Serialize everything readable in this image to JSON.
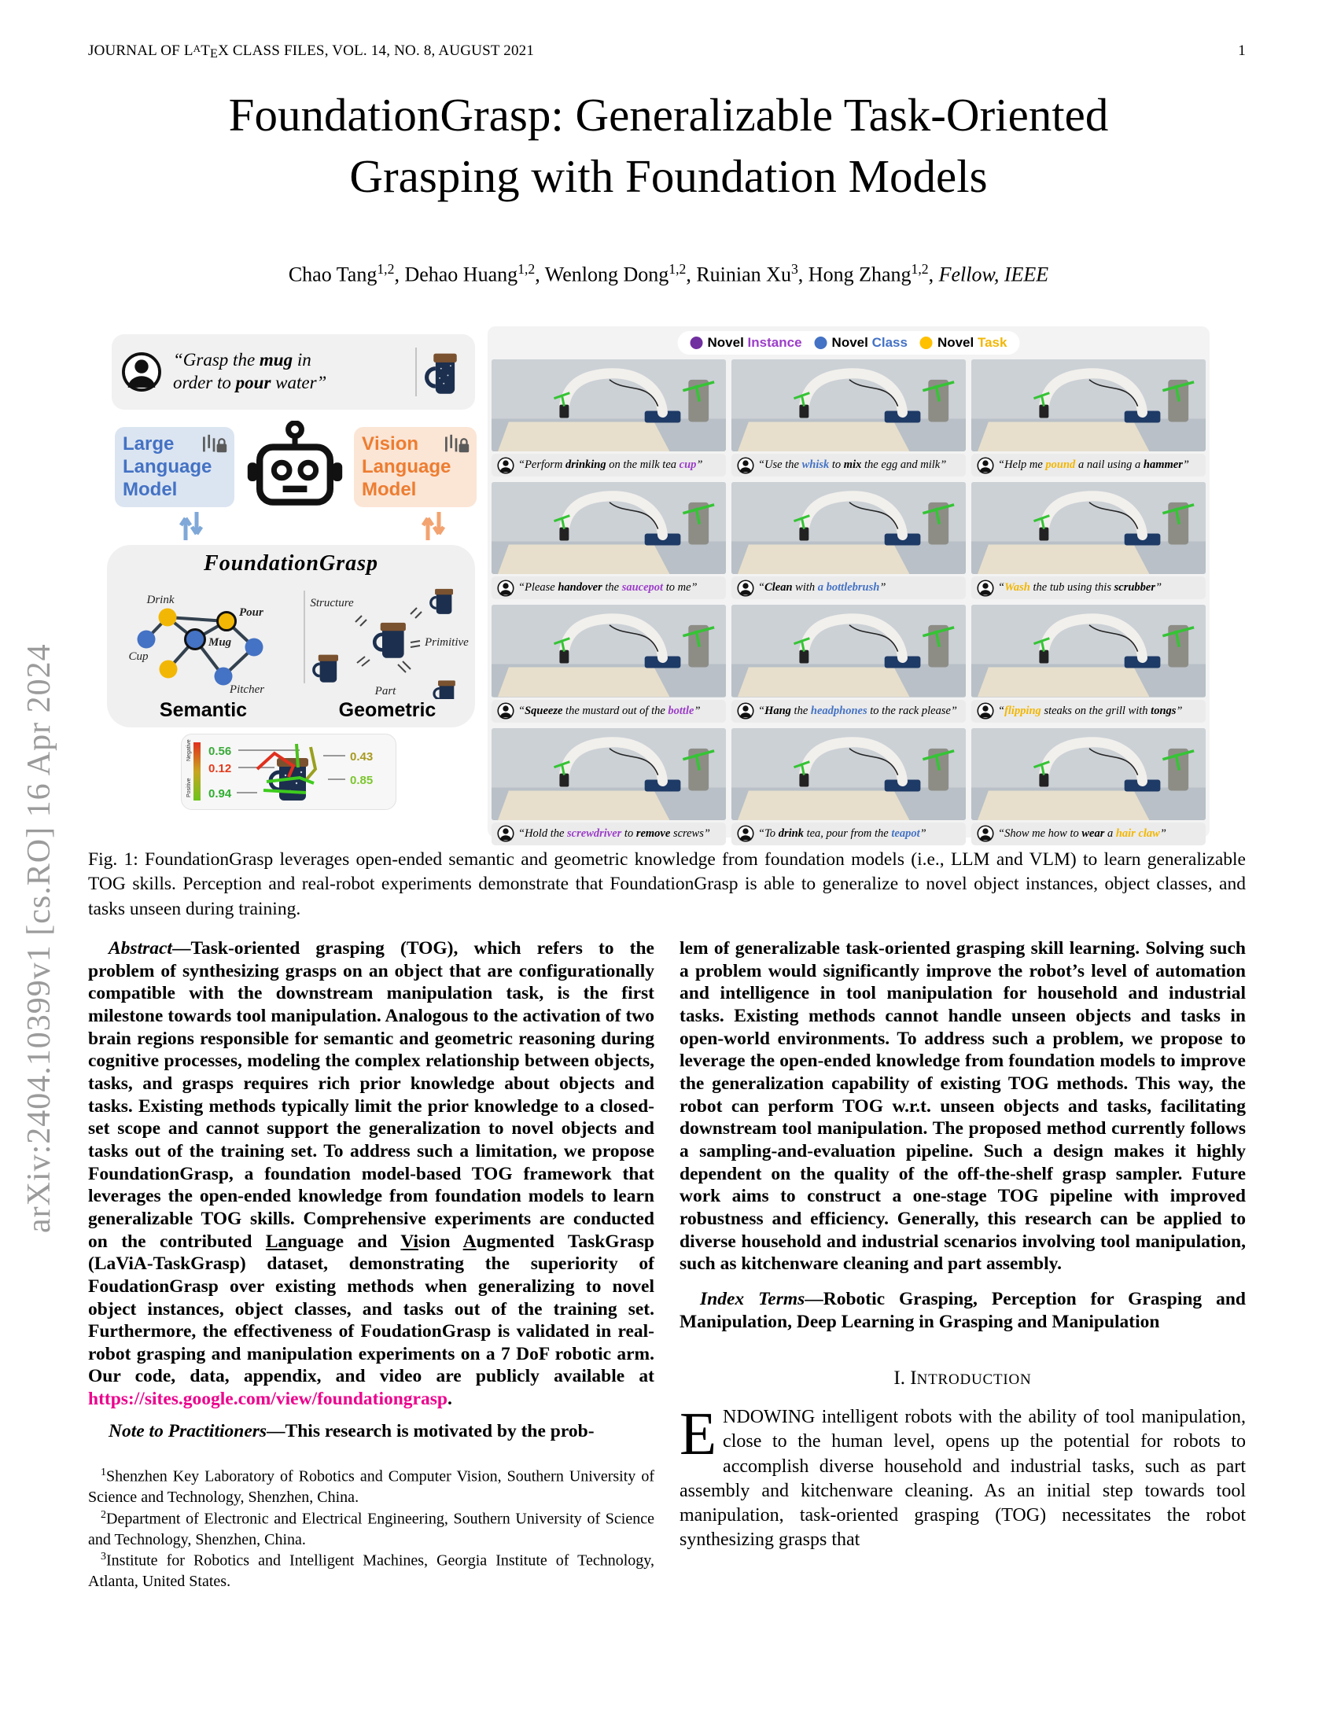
{
  "page": {
    "header_left_segments": [
      {
        "t": "JOURNAL OF L"
      },
      {
        "t": "A",
        "c": "lxA"
      },
      {
        "t": "T"
      },
      {
        "t": "E",
        "c": "lxE"
      },
      {
        "t": "X CLASS FILES, VOL. 14, NO. 8, AUGUST 2021"
      }
    ],
    "page_number": "1",
    "arxiv_label": "arXiv:2404.10399v1  [cs.RO]  16 Apr 2024",
    "title_line1": "FoundationGrasp: Generalizable Task-Oriented",
    "title_line2": "Grasping with Foundation Models",
    "authors_segments": [
      {
        "t": "Chao Tang"
      },
      {
        "t": "1,2",
        "c": "sup"
      },
      {
        "t": ", Dehao Huang"
      },
      {
        "t": "1,2",
        "c": "sup"
      },
      {
        "t": ", Wenlong Dong"
      },
      {
        "t": "1,2",
        "c": "sup"
      },
      {
        "t": ", Ruinian Xu"
      },
      {
        "t": "3",
        "c": "sup"
      },
      {
        "t": ", Hong Zhang"
      },
      {
        "t": "1,2",
        "c": "sup"
      },
      {
        "t": ", "
      },
      {
        "t": "Fellow, IEEE",
        "c": "i"
      }
    ]
  },
  "figure": {
    "query": {
      "line1_segments": [
        {
          "t": "“Grasp the "
        },
        {
          "t": "mug",
          "c": "b"
        },
        {
          "t": " in"
        }
      ],
      "line2_segments": [
        {
          "t": "order to "
        },
        {
          "t": "pour",
          "c": "b"
        },
        {
          "t": " water”"
        }
      ]
    },
    "llm": {
      "lines": [
        "Large",
        "Language",
        "Model"
      ]
    },
    "vlm": {
      "lines": [
        "Vision",
        "Language",
        "Model"
      ]
    },
    "foundationgrasp_title": "FoundationGrasp",
    "semantic": {
      "label": "Semantic",
      "node_labels": [
        "Drink",
        "Pour",
        "Mug",
        "Cup",
        "Pitcher"
      ]
    },
    "geometric": {
      "label": "Geometric",
      "part_labels": [
        "Structure",
        "Primitive",
        "Part"
      ]
    },
    "scores": {
      "negative_label": "Negative",
      "positive_label": "Positive",
      "left_values": [
        "0.56",
        "0.12",
        "0.94"
      ],
      "right_values": [
        "0.43",
        "0.85"
      ]
    },
    "legend": {
      "items": [
        {
          "color": "#7030a0",
          "segments": [
            {
              "t": "Novel "
            },
            {
              "t": "Instance",
              "c": "pu"
            }
          ]
        },
        {
          "color": "#4472c4",
          "segments": [
            {
              "t": "Novel "
            },
            {
              "t": "Class",
              "c": "bl"
            }
          ]
        },
        {
          "color": "#ffc000",
          "segments": [
            {
              "t": "Novel "
            },
            {
              "t": "Task",
              "c": "ye"
            }
          ]
        }
      ]
    },
    "panels": [
      {
        "segments": [
          {
            "t": "“Perform "
          },
          {
            "t": "drinking",
            "c": "b"
          },
          {
            "t": " on the milk tea "
          },
          {
            "t": "cup",
            "c": "pu"
          },
          {
            "t": "”"
          }
        ]
      },
      {
        "segments": [
          {
            "t": "“Use the "
          },
          {
            "t": "whisk",
            "c": "bl"
          },
          {
            "t": " to "
          },
          {
            "t": "mix",
            "c": "b"
          },
          {
            "t": " the egg and milk”"
          }
        ]
      },
      {
        "segments": [
          {
            "t": "“Help me "
          },
          {
            "t": "pound",
            "c": "ye"
          },
          {
            "t": " a nail using a "
          },
          {
            "t": "hammer",
            "c": "b"
          },
          {
            "t": "”"
          }
        ]
      },
      {
        "segments": [
          {
            "t": "“Please "
          },
          {
            "t": "handover",
            "c": "b"
          },
          {
            "t": " the "
          },
          {
            "t": "saucepot",
            "c": "pu"
          },
          {
            "t": " to me”"
          }
        ]
      },
      {
        "segments": [
          {
            "t": "“"
          },
          {
            "t": "Clean",
            "c": "b"
          },
          {
            "t": " with "
          },
          {
            "t": "a bottlebrush",
            "c": "bl"
          },
          {
            "t": "”"
          }
        ]
      },
      {
        "segments": [
          {
            "t": "“"
          },
          {
            "t": "Wash",
            "c": "ye"
          },
          {
            "t": " the tub using this "
          },
          {
            "t": "scrubber",
            "c": "b"
          },
          {
            "t": "”"
          }
        ]
      },
      {
        "segments": [
          {
            "t": "“"
          },
          {
            "t": "Squeeze",
            "c": "b"
          },
          {
            "t": " the mustard out of the "
          },
          {
            "t": "bottle",
            "c": "pu"
          },
          {
            "t": "”"
          }
        ]
      },
      {
        "segments": [
          {
            "t": "“"
          },
          {
            "t": "Hang",
            "c": "b"
          },
          {
            "t": " the "
          },
          {
            "t": "headphones",
            "c": "bl"
          },
          {
            "t": " to the rack please”"
          }
        ]
      },
      {
        "segments": [
          {
            "t": "“"
          },
          {
            "t": "flipping",
            "c": "ye"
          },
          {
            "t": " steaks on the grill with "
          },
          {
            "t": "tongs",
            "c": "b"
          },
          {
            "t": "”"
          }
        ]
      },
      {
        "segments": [
          {
            "t": "“Hold the "
          },
          {
            "t": "screwdriver",
            "c": "pu"
          },
          {
            "t": " to "
          },
          {
            "t": "remove",
            "c": "b"
          },
          {
            "t": " screws”"
          }
        ]
      },
      {
        "segments": [
          {
            "t": "“To "
          },
          {
            "t": "drink",
            "c": "b"
          },
          {
            "t": " tea, pour from the "
          },
          {
            "t": "teapot",
            "c": "bl"
          },
          {
            "t": "”"
          }
        ]
      },
      {
        "segments": [
          {
            "t": "“Show me how to "
          },
          {
            "t": "wear",
            "c": "b"
          },
          {
            "t": " a "
          },
          {
            "t": "hair claw",
            "c": "ye"
          },
          {
            "t": "”"
          }
        ]
      }
    ]
  },
  "fig_caption": "Fig. 1: FoundationGrasp leverages open-ended semantic and geometric knowledge from foundation models (i.e., LLM and VLM) to learn generalizable TOG skills. Perception and real-robot experiments demonstrate that FoundationGrasp is able to generalize to novel object instances, object classes, and tasks unseen during training.",
  "left_column": {
    "abstract_segments": [
      {
        "t": "Abstract",
        "c": "bi"
      },
      {
        "t": "—Task-oriented grasping (TOG), which refers to the problem of synthesizing grasps on an object that are configurationally compatible with the downstream manipulation task, is the first milestone towards tool manipulation. Analogous to the activation of two brain regions responsible for semantic and geometric reasoning during cognitive processes, modeling the complex relationship between objects, tasks, and grasps requires rich prior knowledge about objects and tasks. Existing methods typically limit the prior knowledge to a closed-set scope and cannot support the generalization to novel objects and tasks out of the training set. To address such a limitation, we propose FoundationGrasp, a foundation model-based TOG framework that leverages the open-ended knowledge from foundation models to learn generalizable TOG skills. Comprehensive experiments are conducted on the contributed "
      },
      {
        "t": "La",
        "c": "u"
      },
      {
        "t": "nguage and "
      },
      {
        "t": "Vi",
        "c": "u"
      },
      {
        "t": "sion "
      },
      {
        "t": "A",
        "c": "u"
      },
      {
        "t": "ugmented TaskGrasp (LaViA-TaskGrasp) dataset, demonstrating the superiority of FoudationGrasp over existing methods when generalizing to novel object instances, object classes, and tasks out of the training set. Furthermore, the effectiveness of FoudationGrasp is validated in real-robot grasping and manipulation experiments on a 7 DoF robotic arm. Our code, data, appendix, and video are publicly available at "
      },
      {
        "t": "https://sites.google.com/view/foundationgrasp",
        "c": "url"
      },
      {
        "t": "."
      }
    ],
    "note_segments": [
      {
        "t": "Note to Practitioners",
        "c": "bi"
      },
      {
        "t": "—This research is motivated by the prob-"
      }
    ],
    "footnotes": [
      {
        "sup": "1",
        "text": "Shenzhen Key Laboratory of Robotics and Computer Vision, Southern University of Science and Technology, Shenzhen, China."
      },
      {
        "sup": "2",
        "text": "Department of Electronic and Electrical Engineering, Southern University of Science and Technology, Shenzhen, China."
      },
      {
        "sup": "3",
        "text": "Institute for Robotics and Intelligent Machines, Georgia Institute of Technology, Atlanta, United States."
      }
    ]
  },
  "right_column": {
    "note_continuation": "lem of generalizable task-oriented grasping skill learning. Solving such a problem would significantly improve the robot’s level of automation and intelligence in tool manipulation for household and industrial tasks. Existing methods cannot handle unseen objects and tasks in open-world environments. To address such a problem, we propose to leverage the open-ended knowledge from foundation models to improve the generalization capability of existing TOG methods. This way, the robot can perform TOG w.r.t. unseen objects and tasks, facilitating downstream tool manipulation. The proposed method currently follows a sampling-and-evaluation pipeline. Such a design makes it highly dependent on the quality of the off-the-shelf grasp sampler. Future work aims to construct a one-stage TOG pipeline with improved robustness and efficiency. Generally, this research can be applied to diverse household and industrial scenarios involving tool manipulation, such as kitchenware cleaning and part assembly.",
    "index_terms_segments": [
      {
        "t": "Index Terms",
        "c": "bi"
      },
      {
        "t": "—Robotic Grasping, Perception for Grasping and Manipulation, Deep Learning in Grasping and Manipulation"
      }
    ],
    "section_heading_segments": [
      {
        "t": "I. I"
      },
      {
        "t": "NTRODUCTION",
        "c": "sc"
      }
    ],
    "intro_dropcap": "E",
    "intro_text": "NDOWING intelligent robots with the ability of tool manipulation, close to the human level, opens up the potential for robots to accomplish diverse household and industrial tasks, such as part assembly and kitchenware cleaning. As an initial step towards tool manipulation, task-oriented grasping (TOG) necessitates the robot synthesizing grasps that"
  },
  "colors": {
    "novel_instance": "#7030a0",
    "novel_class": "#4472c4",
    "novel_task": "#ffc000",
    "url_pink": "#ec008c",
    "positive_green": "#3bb52a",
    "negative_red": "#e0301e"
  }
}
